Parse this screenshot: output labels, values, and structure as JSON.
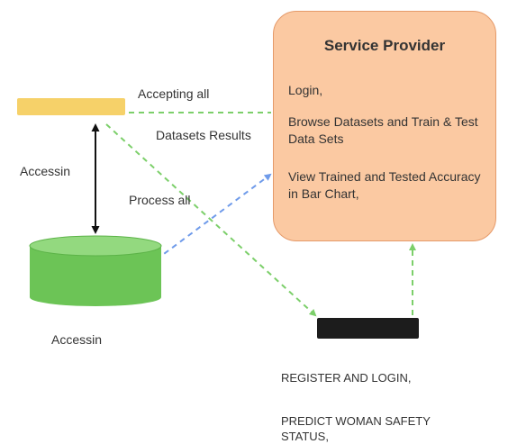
{
  "service_provider": {
    "title": "Service Provider",
    "items": [
      "Login,",
      "Browse Datasets and Train & Test Data Sets",
      "View Trained and Tested Accuracy in Bar Chart,"
    ]
  },
  "edge_labels": {
    "accepting_all": "Accepting all",
    "datasets_results": "Datasets Results",
    "process_all": "Process all",
    "accessin_edge": "Accessin"
  },
  "database": {
    "label": "Accessin"
  },
  "remote_user": {
    "items": [
      "REGISTER AND LOGIN,",
      "PREDICT WOMAN SAFETY STATUS,"
    ]
  },
  "colors": {
    "provider_fill": "#fbc9a2",
    "provider_border": "#e59a6a",
    "web_server_bar": "#f6d169",
    "database_fill": "#6cc456",
    "database_top": "#93d97f",
    "remote_user_bar": "#1c1c1c",
    "arrow_green": "#7ccf6a",
    "arrow_blue": "#6f9bea",
    "arrow_black": "#111111"
  }
}
